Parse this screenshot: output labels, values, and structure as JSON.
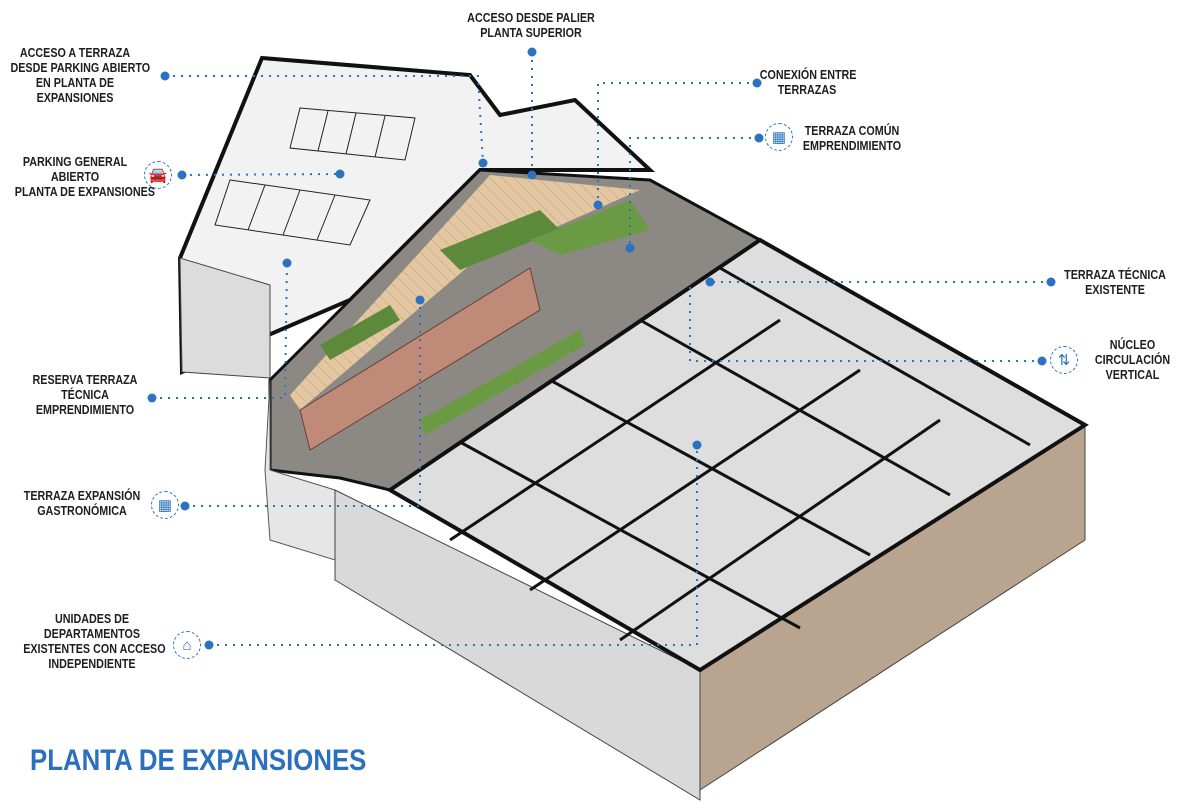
{
  "title": "PLANTA DE EXPANSIONES",
  "accent_color": "#2a6fc0",
  "labels": {
    "acceso_terraza": [
      "ACCESO A TERRAZA",
      "DESDE PARKING ABIERTO",
      "EN PLANTA DE",
      "EXPANSIONES"
    ],
    "acceso_palier": [
      "ACCESO DESDE PALIER",
      "PLANTA SUPERIOR"
    ],
    "conexion": [
      "CONEXIÓN ENTRE",
      "TERRAZAS"
    ],
    "terraza_comun": [
      "TERRAZA COMÚN",
      "EMPRENDIMIENTO"
    ],
    "parking": [
      "PARKING GENERAL",
      "ABIERTO",
      "PLANTA DE EXPANSIONES"
    ],
    "terraza_tecnica": [
      "TERRAZA TÉCNICA",
      "EXISTENTE"
    ],
    "nucleo": [
      "NÚCLEO",
      "CIRCULACIÓN",
      "VERTICAL"
    ],
    "reserva": [
      "RESERVA TERRAZA",
      "TÉCNICA",
      "EMPRENDIMIENTO"
    ],
    "gastronomica": [
      "TERRAZA EXPANSIÓN",
      "GASTRONÓMICA"
    ],
    "unidades": [
      "UNIDADES DE",
      "DEPARTAMENTOS",
      "EXISTENTES CON ACCESO",
      "INDEPENDIENTE"
    ]
  },
  "icons": {
    "parking": "car-icon",
    "terraza_comun": "terrace-icon",
    "nucleo": "elevator-icon",
    "gastronomica": "terrace-icon",
    "unidades": "house-icon"
  }
}
